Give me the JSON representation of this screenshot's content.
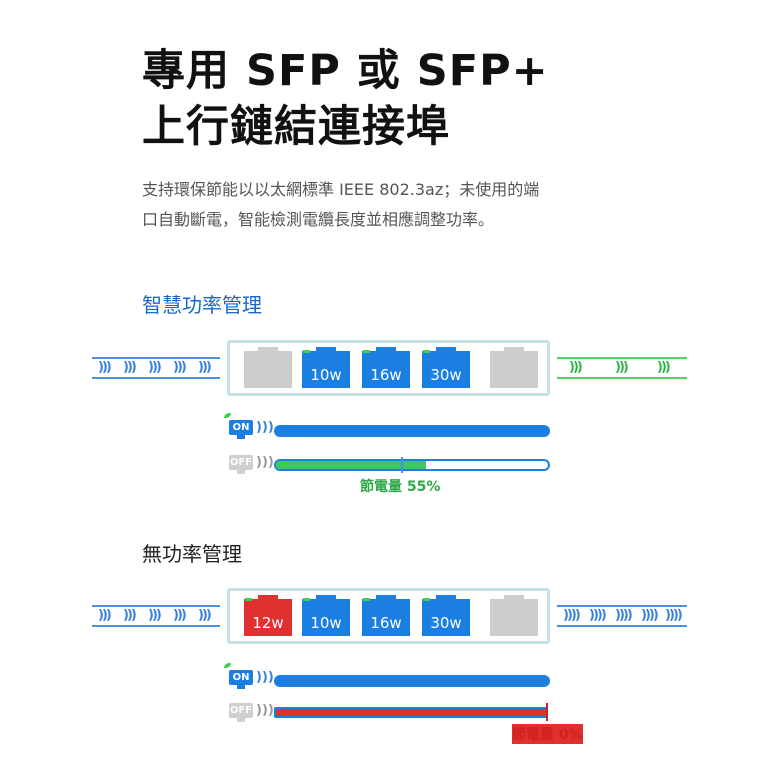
{
  "heading": {
    "line1": "專用 SFP 或 SFP+",
    "line2": "上行鏈結連接埠"
  },
  "description": {
    "line1": "支持環保節能以以太網標準 IEEE 802.3az；未使用的端",
    "line2": "口自動斷電，智能檢測電纜長度並相應調整功率。"
  },
  "smart_panel": {
    "title": "智慧功率管理",
    "ports": [
      {
        "label": "",
        "color": "#cdcdcd"
      },
      {
        "label": "10w",
        "color": "#1a7fe0"
      },
      {
        "label": "16w",
        "color": "#1a7fe0"
      },
      {
        "label": "30w",
        "color": "#1a7fe0"
      },
      {
        "label": "",
        "color": "#cdcdcd"
      }
    ],
    "left_waves": [
      ")))",
      ")))",
      ")))",
      ")))",
      ")))"
    ],
    "right_waves": [
      ")))",
      ")))",
      ")))"
    ],
    "on_label": "ON",
    "off_label": "OFF",
    "saving_value": 0.55,
    "saving_text": "節電量 55%"
  },
  "no_panel": {
    "title": "無功率管理",
    "ports": [
      {
        "label": "12w",
        "color": "#e03030"
      },
      {
        "label": "10w",
        "color": "#1a7fe0"
      },
      {
        "label": "16w",
        "color": "#1a7fe0"
      },
      {
        "label": "30w",
        "color": "#1a7fe0"
      },
      {
        "label": "",
        "color": "#cdcdcd"
      }
    ],
    "left_waves": [
      ")))",
      ")))",
      ")))",
      ")))",
      ")))"
    ],
    "right_waves": [
      "))))",
      "))))",
      "))))",
      "))))",
      "))))"
    ],
    "on_label": "ON",
    "off_label": "OFF",
    "saving_value": 0.0,
    "saving_text": "節電量 0%"
  },
  "colors": {
    "accent_blue": "#1a7fe0",
    "saving_green": "#3cc95a",
    "warning_red": "#e03030"
  }
}
